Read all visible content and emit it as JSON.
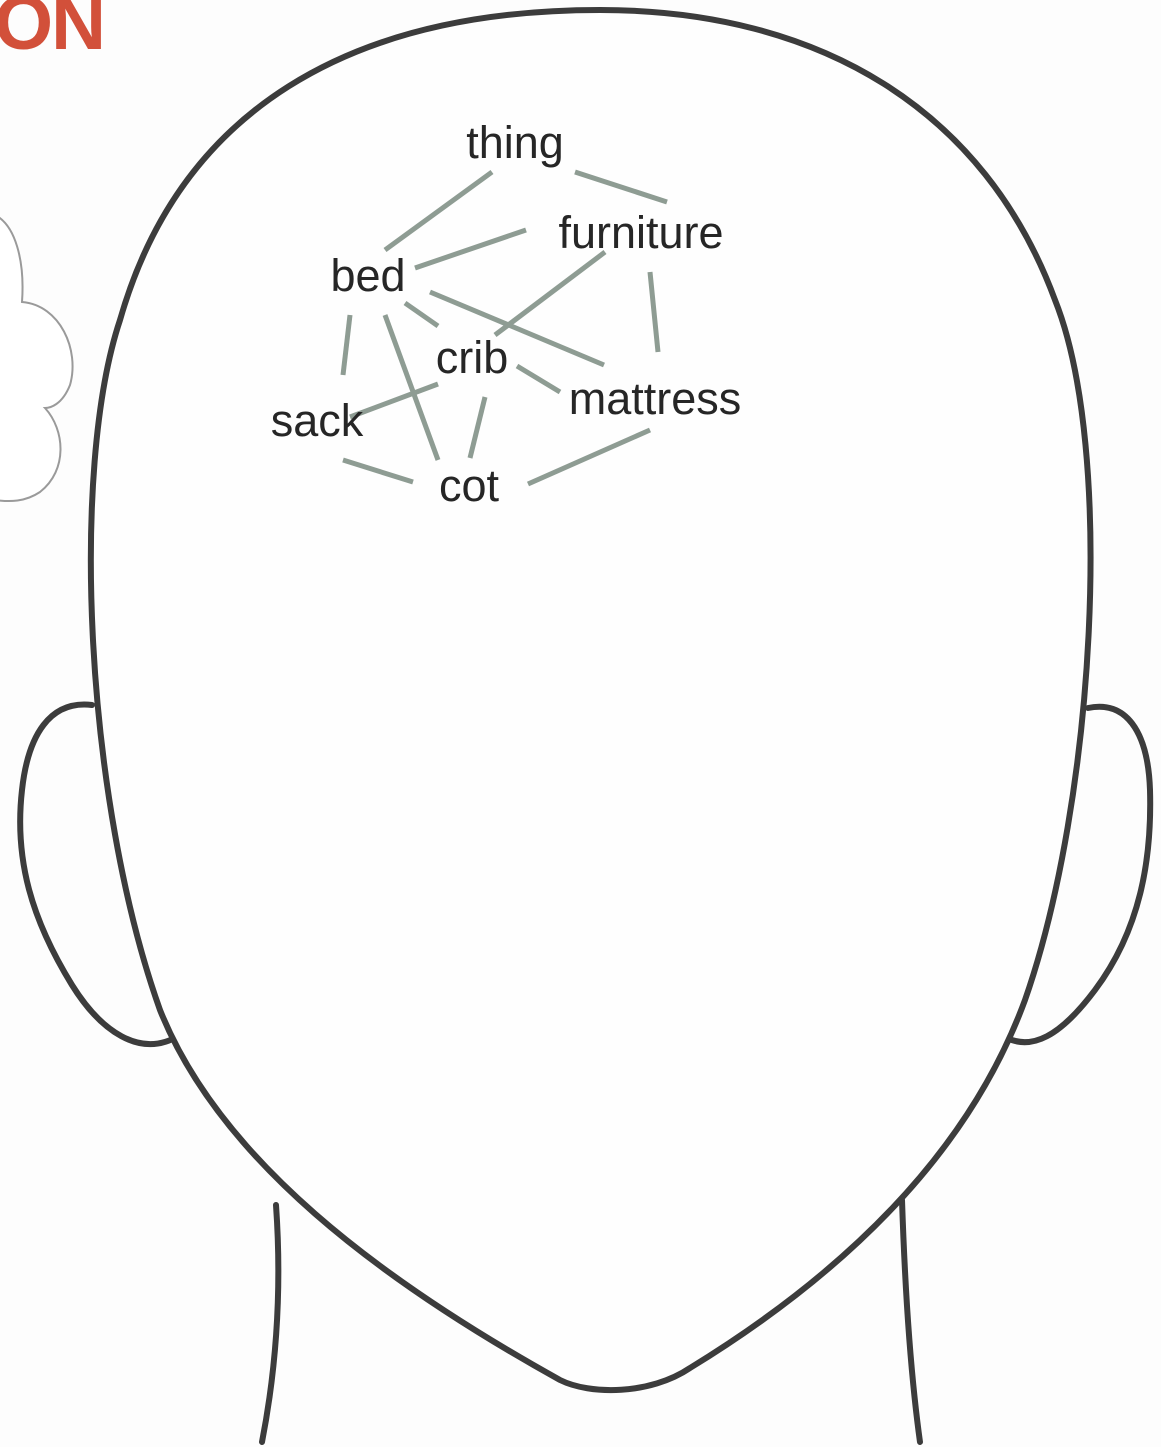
{
  "title_fragment": "ON",
  "colors": {
    "title": "#d2503a",
    "outline": "#3c3c3c",
    "link": "#8e9c93",
    "word": "#262626",
    "cloud": "#9a9a9a"
  },
  "concept_map": {
    "nodes": [
      {
        "id": "thing",
        "label": "thing"
      },
      {
        "id": "furniture",
        "label": "furniture"
      },
      {
        "id": "bed",
        "label": "bed"
      },
      {
        "id": "crib",
        "label": "crib"
      },
      {
        "id": "mattress",
        "label": "mattress"
      },
      {
        "id": "sack",
        "label": "sack"
      },
      {
        "id": "cot",
        "label": "cot"
      }
    ],
    "edges": [
      [
        "thing",
        "bed"
      ],
      [
        "thing",
        "furniture"
      ],
      [
        "bed",
        "furniture"
      ],
      [
        "furniture",
        "crib"
      ],
      [
        "furniture",
        "mattress"
      ],
      [
        "bed",
        "crib"
      ],
      [
        "bed",
        "mattress"
      ],
      [
        "bed",
        "sack"
      ],
      [
        "bed",
        "cot"
      ],
      [
        "crib",
        "sack"
      ],
      [
        "crib",
        "cot"
      ],
      [
        "crib",
        "mattress"
      ],
      [
        "sack",
        "cot"
      ],
      [
        "cot",
        "mattress"
      ]
    ]
  }
}
